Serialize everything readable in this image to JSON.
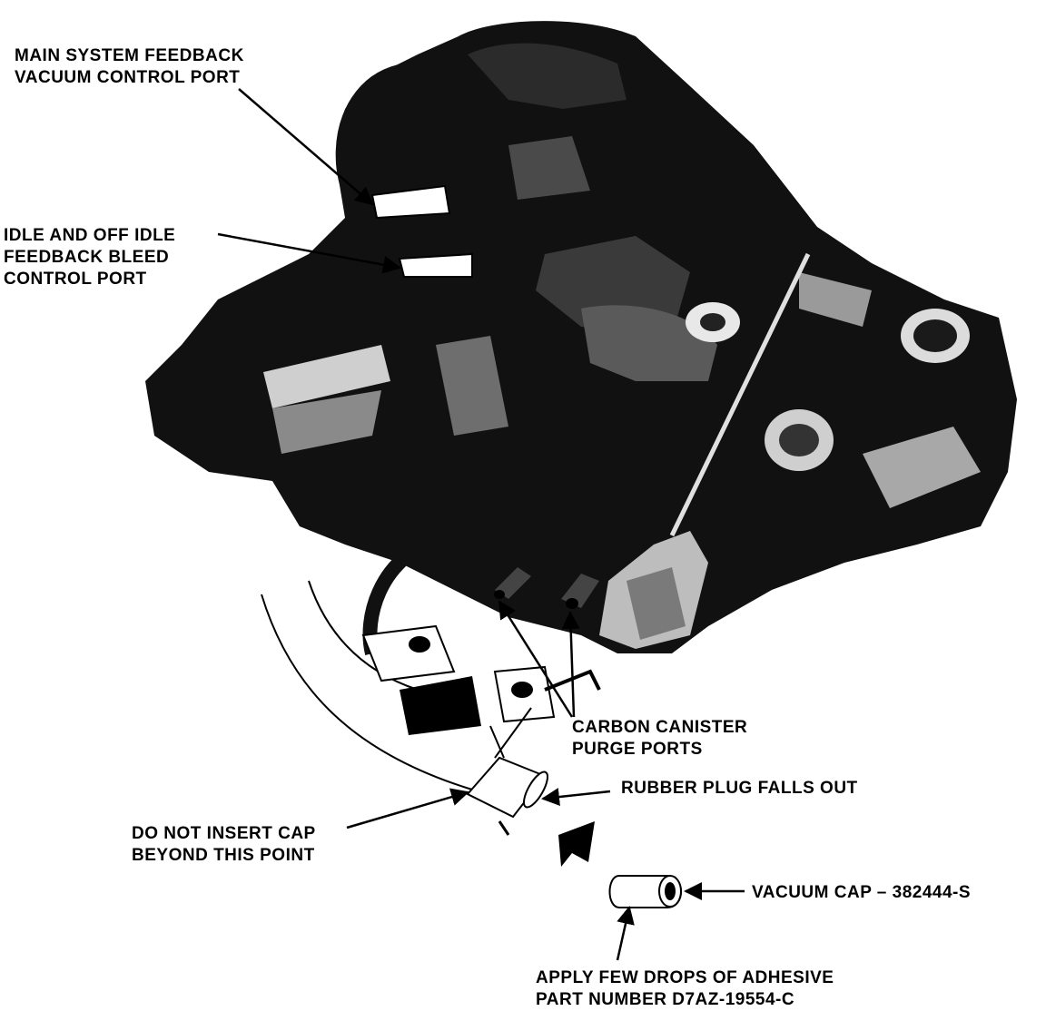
{
  "labels": {
    "main_system_feedback": [
      "MAIN SYSTEM FEEDBACK",
      "VACUUM CONTROL PORT"
    ],
    "idle_feedback": [
      "IDLE AND OFF IDLE",
      "FEEDBACK BLEED",
      "CONTROL PORT"
    ],
    "carbon_canister": [
      "CARBON CANISTER",
      "PURGE PORTS"
    ],
    "rubber_plug": "RUBBER PLUG FALLS OUT",
    "do_not_insert": [
      "DO NOT INSERT CAP",
      "BEYOND THIS POINT"
    ],
    "vacuum_cap": "VACUUM CAP – 382444-S",
    "adhesive": [
      "APPLY FEW DROPS OF ADHESIVE",
      "PART NUMBER D7AZ-19554-C"
    ]
  },
  "image": {
    "subject": "carburetor-illustration",
    "style": "black-and-white halftone"
  }
}
